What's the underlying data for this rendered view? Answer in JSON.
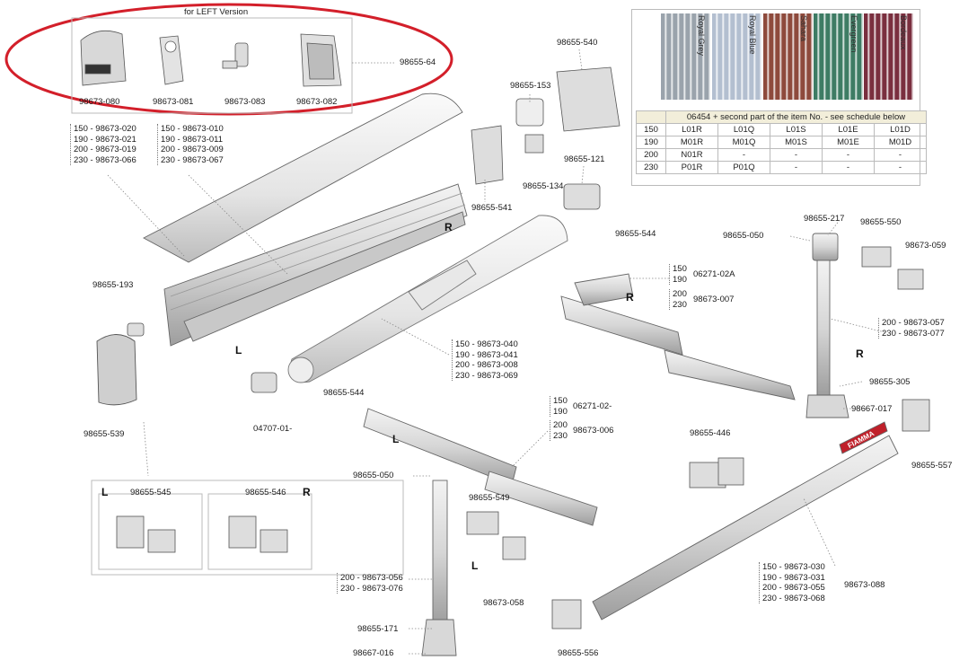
{
  "header": {
    "left_version_title": "for LEFT Version",
    "left_version_part": "98655-64"
  },
  "left_version_parts": [
    "98673-080",
    "98673-081",
    "98673-083",
    "98673-082"
  ],
  "fabric_schedule": {
    "title_row": "06454 + second part of the item No. - see schedule below",
    "fabrics": [
      "Royal Grey",
      "Royal Blue",
      "Sahara",
      "Evergreen",
      "Bordeaux"
    ],
    "swatch_colors": [
      "#9aa3ac",
      "#b3bfd0",
      "#8e4a3c",
      "#3e7c64",
      "#7a2f3f"
    ],
    "rows": [
      {
        "size": "150",
        "codes": [
          "L01R",
          "L01Q",
          "L01S",
          "L01E",
          "L01D"
        ]
      },
      {
        "size": "190",
        "codes": [
          "M01R",
          "M01Q",
          "M01S",
          "M01E",
          "M01D"
        ]
      },
      {
        "size": "200",
        "codes": [
          "N01R",
          "-",
          "-",
          "-",
          "-"
        ]
      },
      {
        "size": "230",
        "codes": [
          "P01R",
          "P01Q",
          "-",
          "-",
          "-"
        ]
      }
    ]
  },
  "part_labels": {
    "p540": "98655-540",
    "p153": "98655-153",
    "p134": "98655-134",
    "p121": "98655-121",
    "p541": "98655-541",
    "p544a": "98655-544",
    "p217": "98655-217",
    "p550": "98655-550",
    "p050a": "98655-050",
    "p059": "98673-059",
    "p193": "98655-193",
    "p539": "98655-539",
    "p070": "04707-01-",
    "p544b": "98655-544",
    "p305": "98655-305",
    "p017": "98667-017",
    "p557": "98655-557",
    "p446": "98655-446",
    "p050b": "98655-050",
    "p549": "98655-549",
    "p058": "98673-058",
    "p171": "98655-171",
    "p016": "98667-016",
    "p556": "98655-556",
    "p088": "98673-088",
    "p545": "98655-545",
    "p546": "98655-546"
  },
  "lists": {
    "cover_left": [
      "150 - 98673-020",
      "190 - 98673-021",
      "200 - 98673-019",
      "230 - 98673-066"
    ],
    "cover_right": [
      "150 - 98673-010",
      "190 - 98673-011",
      "200 - 98673-009",
      "230 - 98673-067"
    ],
    "roller": [
      "150 - 98673-040",
      "190 - 98673-041",
      "200 - 98673-008",
      "230 - 98673-069"
    ],
    "arm_right_a": [
      "150",
      "190",
      "06271-02A"
    ],
    "arm_right_b": [
      "200",
      "230",
      "98673-007"
    ],
    "arm_left_a": [
      "150",
      "190",
      "06271-02-"
    ],
    "arm_left_b": [
      "200",
      "230",
      "98673-006"
    ],
    "leg_right": [
      "200 - 98673-057",
      "230 - 98673-077"
    ],
    "leg_left": [
      "200 - 98673-056",
      "230 - 98673-076"
    ],
    "bar": [
      "150 - 98673-030",
      "190 - 98673-031",
      "200 - 98673-055",
      "230 - 98673-068"
    ]
  },
  "side_markers": {
    "r1": "R",
    "r2": "R",
    "r3": "R",
    "r4": "R",
    "l1": "L",
    "l2": "L",
    "l3": "L",
    "l4": "L"
  },
  "brand": "FIAMMA"
}
